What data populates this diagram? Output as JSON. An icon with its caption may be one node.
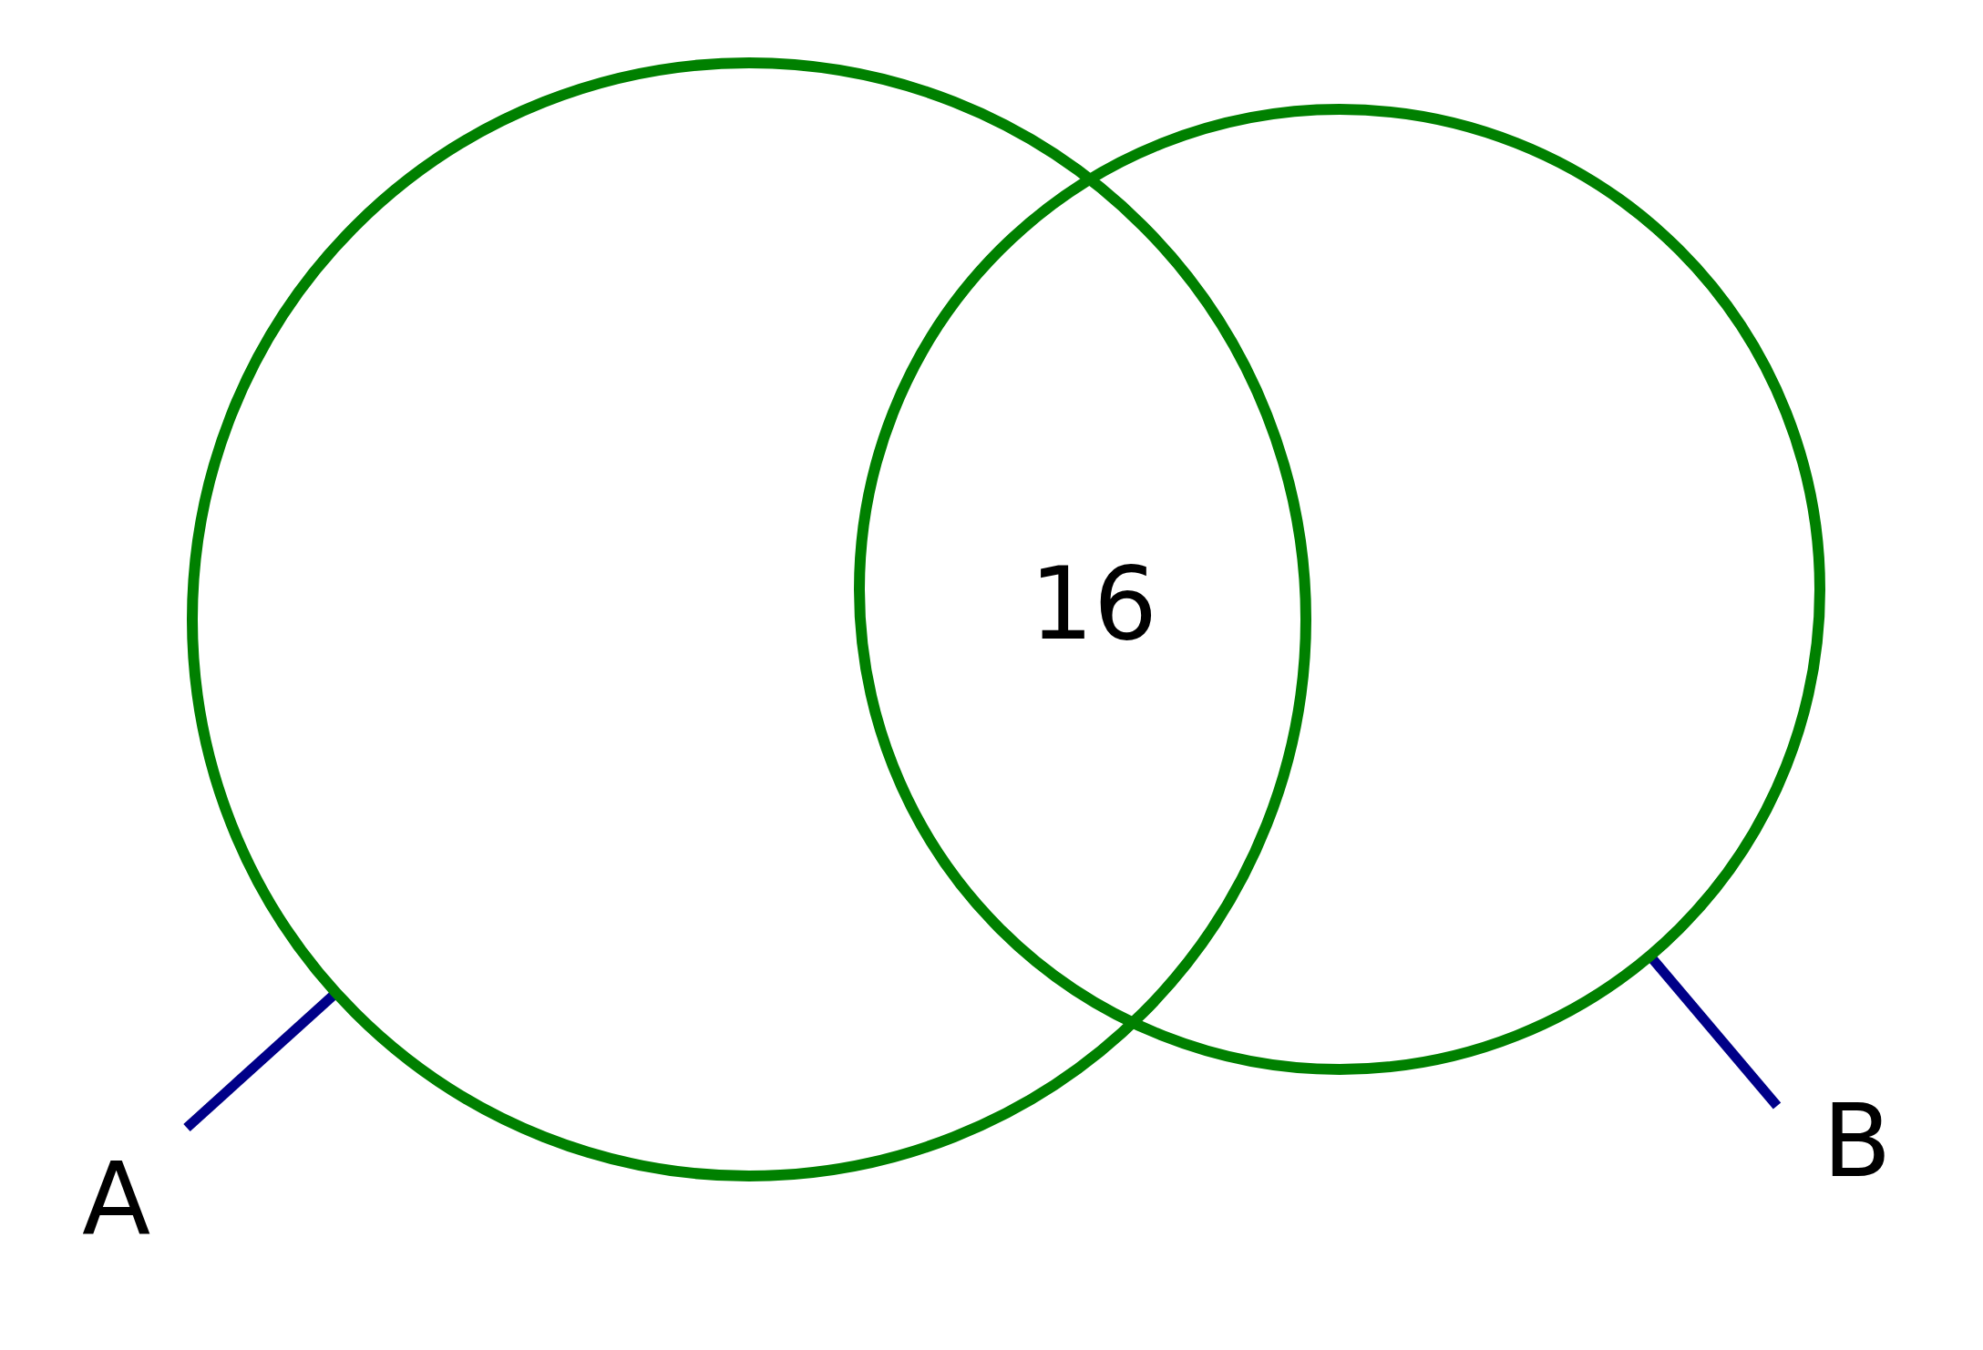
{
  "diagram": {
    "nodes": [
      {
        "text": [],
        "shape": "circle"
      },
      {
        "text": [],
        "shape": "circle"
      },
      {
        "text": [
          "A"
        ]
      },
      {
        "text": [
          "B"
        ]
      }
    ],
    "edges": [
      {
        "from": 2,
        "to": 0,
        "arrow": "none"
      },
      {
        "from": 3,
        "to": 1,
        "arrow": "none"
      }
    ],
    "labels": [
      "16"
    ]
  }
}
